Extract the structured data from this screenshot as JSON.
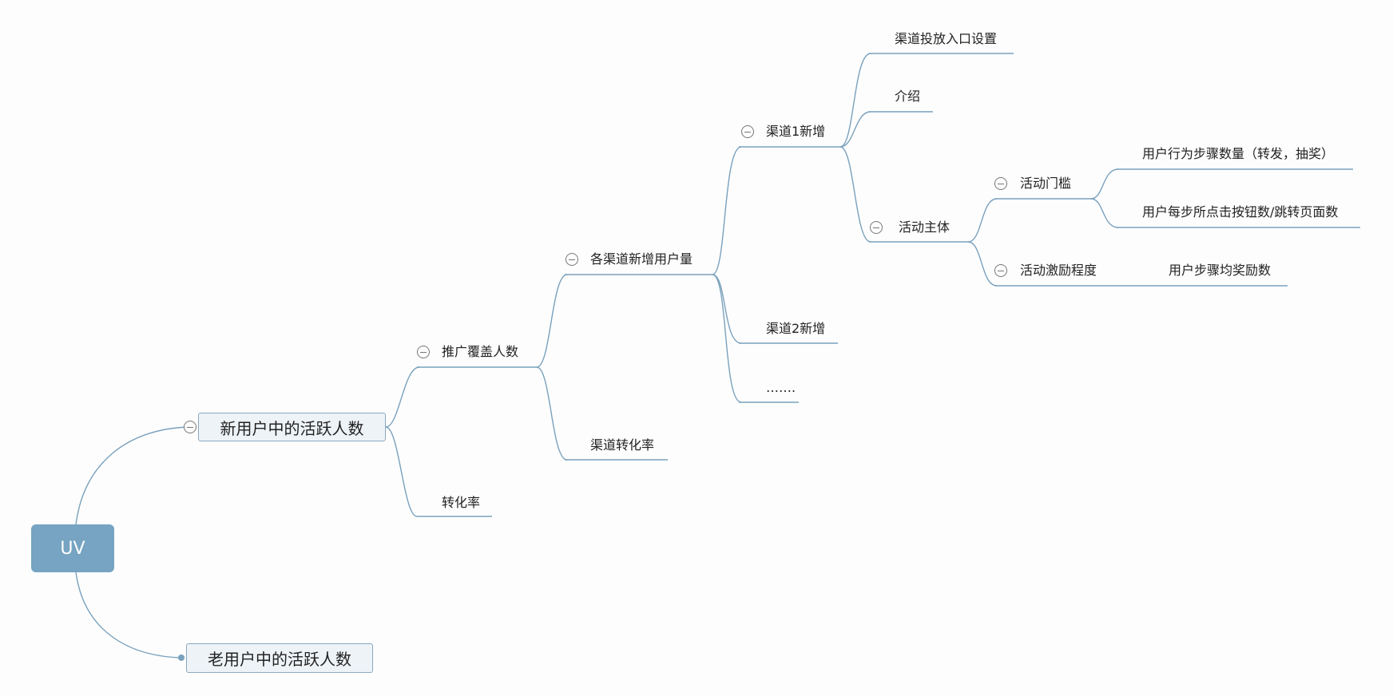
{
  "mindmap": {
    "root": {
      "label": "UV"
    },
    "new_users": {
      "label": "新用户中的活跃人数",
      "promo_coverage": {
        "label": "推广覆盖人数",
        "channel_new_users": {
          "label": "各渠道新增用户量",
          "channel1": {
            "label": "渠道1新增",
            "entry_setup": {
              "label": "渠道投放入口设置"
            },
            "intro": {
              "label": "介绍"
            },
            "activity_main": {
              "label": "活动主体",
              "threshold": {
                "label": "活动门槛",
                "steps_count": {
                  "label": "用户行为步骤数量（转发，抽奖）"
                },
                "clicks_per_step": {
                  "label": "用户每步所点击按钮数/跳转页面数"
                }
              },
              "incentive": {
                "label": "活动激励程度",
                "avg_reward": {
                  "label": "用户步骤均奖励数"
                }
              }
            }
          },
          "channel2": {
            "label": "渠道2新增"
          },
          "more": {
            "label": "……."
          }
        },
        "channel_conversion": {
          "label": "渠道转化率"
        }
      },
      "conversion": {
        "label": "转化率"
      }
    },
    "old_users": {
      "label": "老用户中的活跃人数"
    }
  },
  "colors": {
    "line": "#7aa1bd",
    "root_fill": "#76a4c2",
    "box_fill": "#eef3f8"
  }
}
